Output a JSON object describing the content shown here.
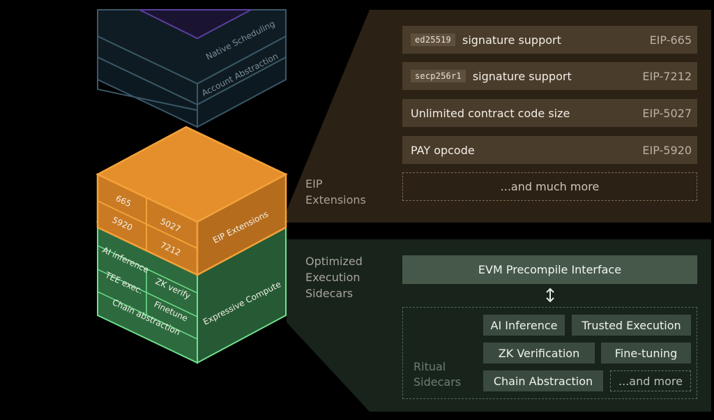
{
  "stack": {
    "top_layer_labels": [
      "Native Scheduling",
      "Account Abstraction"
    ],
    "eip_layer": {
      "side_label": "EIP Extensions",
      "cells": [
        "665",
        "5027",
        "5920",
        "7212"
      ]
    },
    "compute_layer": {
      "side_label": "Expressive Compute",
      "cells": [
        "AI inference",
        "ZK verify",
        "TEE exec.",
        "Finetune",
        "Chain abstraction"
      ]
    }
  },
  "eip_panel": {
    "label": "EIP\nExtensions",
    "rows": [
      {
        "code": "ed25519",
        "text": "signature support",
        "eip": "EIP-665"
      },
      {
        "code": "secp256r1",
        "text": "signature support",
        "eip": "EIP-7212"
      },
      {
        "code": "",
        "text": "Unlimited contract code size",
        "eip": "EIP-5027"
      },
      {
        "code": "",
        "text": "PAY opcode",
        "eip": "EIP-5920"
      }
    ],
    "more": "...and much more"
  },
  "sidecar_panel": {
    "label": "Optimized\nExecution\nSidecars",
    "interface": "EVM Precompile Interface",
    "group_label": "Ritual\nSidecars",
    "chips": [
      "AI Inference",
      "Trusted Execution",
      "ZK Verification",
      "Fine-tuning",
      "Chain Abstraction"
    ],
    "more": "...and more"
  },
  "colors": {
    "eip_panel_bg": "#2b2114",
    "sidecar_panel_bg": "#18241b",
    "orange": "#f3a23a",
    "green": "#6fe18e",
    "slate": "#3a5868",
    "purple": "#5a3fa0"
  }
}
